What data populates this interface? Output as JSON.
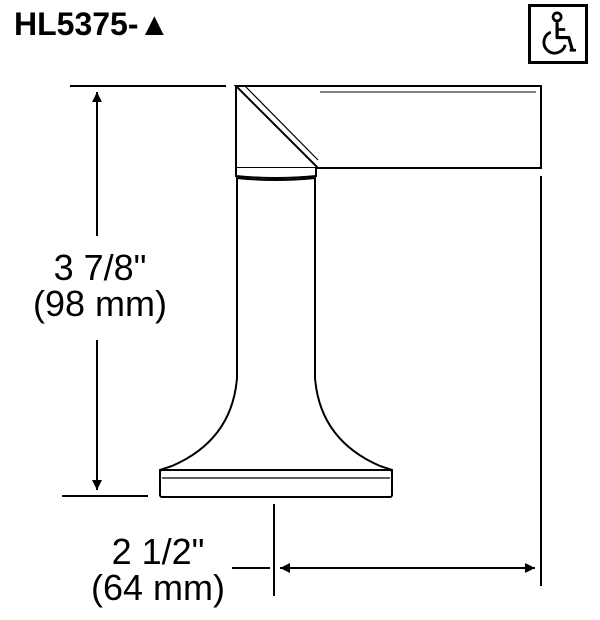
{
  "title": "HL5375-▲",
  "icons": {
    "accessibility": "wheelchair-icon"
  },
  "dimensions": {
    "height": {
      "imperial": "3 7/8\"",
      "metric": "(98 mm)"
    },
    "width": {
      "imperial": "2 1/2\"",
      "metric": "(64 mm)"
    }
  },
  "colors": {
    "line": "#000000",
    "background": "#ffffff"
  }
}
